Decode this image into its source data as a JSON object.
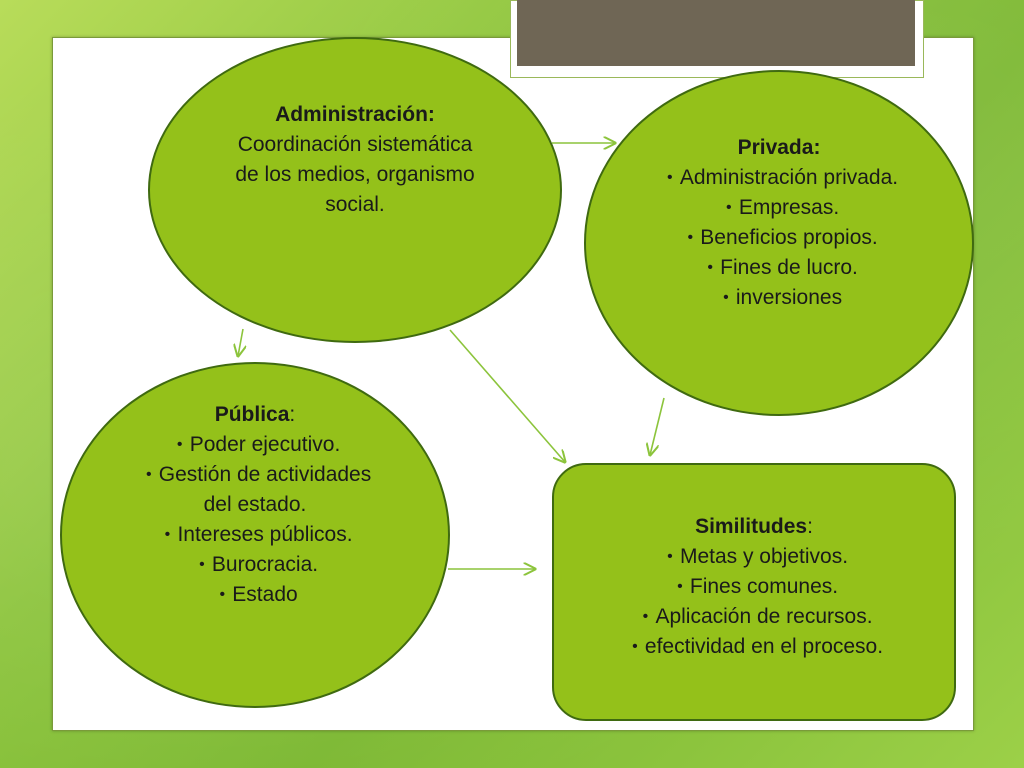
{
  "colors": {
    "node_fill": "#94c11a",
    "node_border": "#3f6a10",
    "arrow": "#8cc43c",
    "header_bar": "#6f6655",
    "background": "#8cc43c"
  },
  "administracion": {
    "title": "Administración:",
    "text": "Coordinación sistemática de los medios, organismo social."
  },
  "privada": {
    "title": "Privada:",
    "items": [
      "Administración privada.",
      "Empresas.",
      "Beneficios propios.",
      "Fines de lucro.",
      "inversiones"
    ]
  },
  "publica": {
    "title": "Pública",
    "title_suffix": ":",
    "items": [
      "Poder ejecutivo.",
      "Gestión de actividades del estado.",
      "Intereses públicos.",
      "Burocracia.",
      "Estado"
    ]
  },
  "similitudes": {
    "title": "Similitudes",
    "title_suffix": ":",
    "items": [
      "Metas y objetivos.",
      "Fines comunes.",
      "Aplicación de recursos.",
      "efectividad en el proceso."
    ]
  },
  "bullet_char": "•"
}
